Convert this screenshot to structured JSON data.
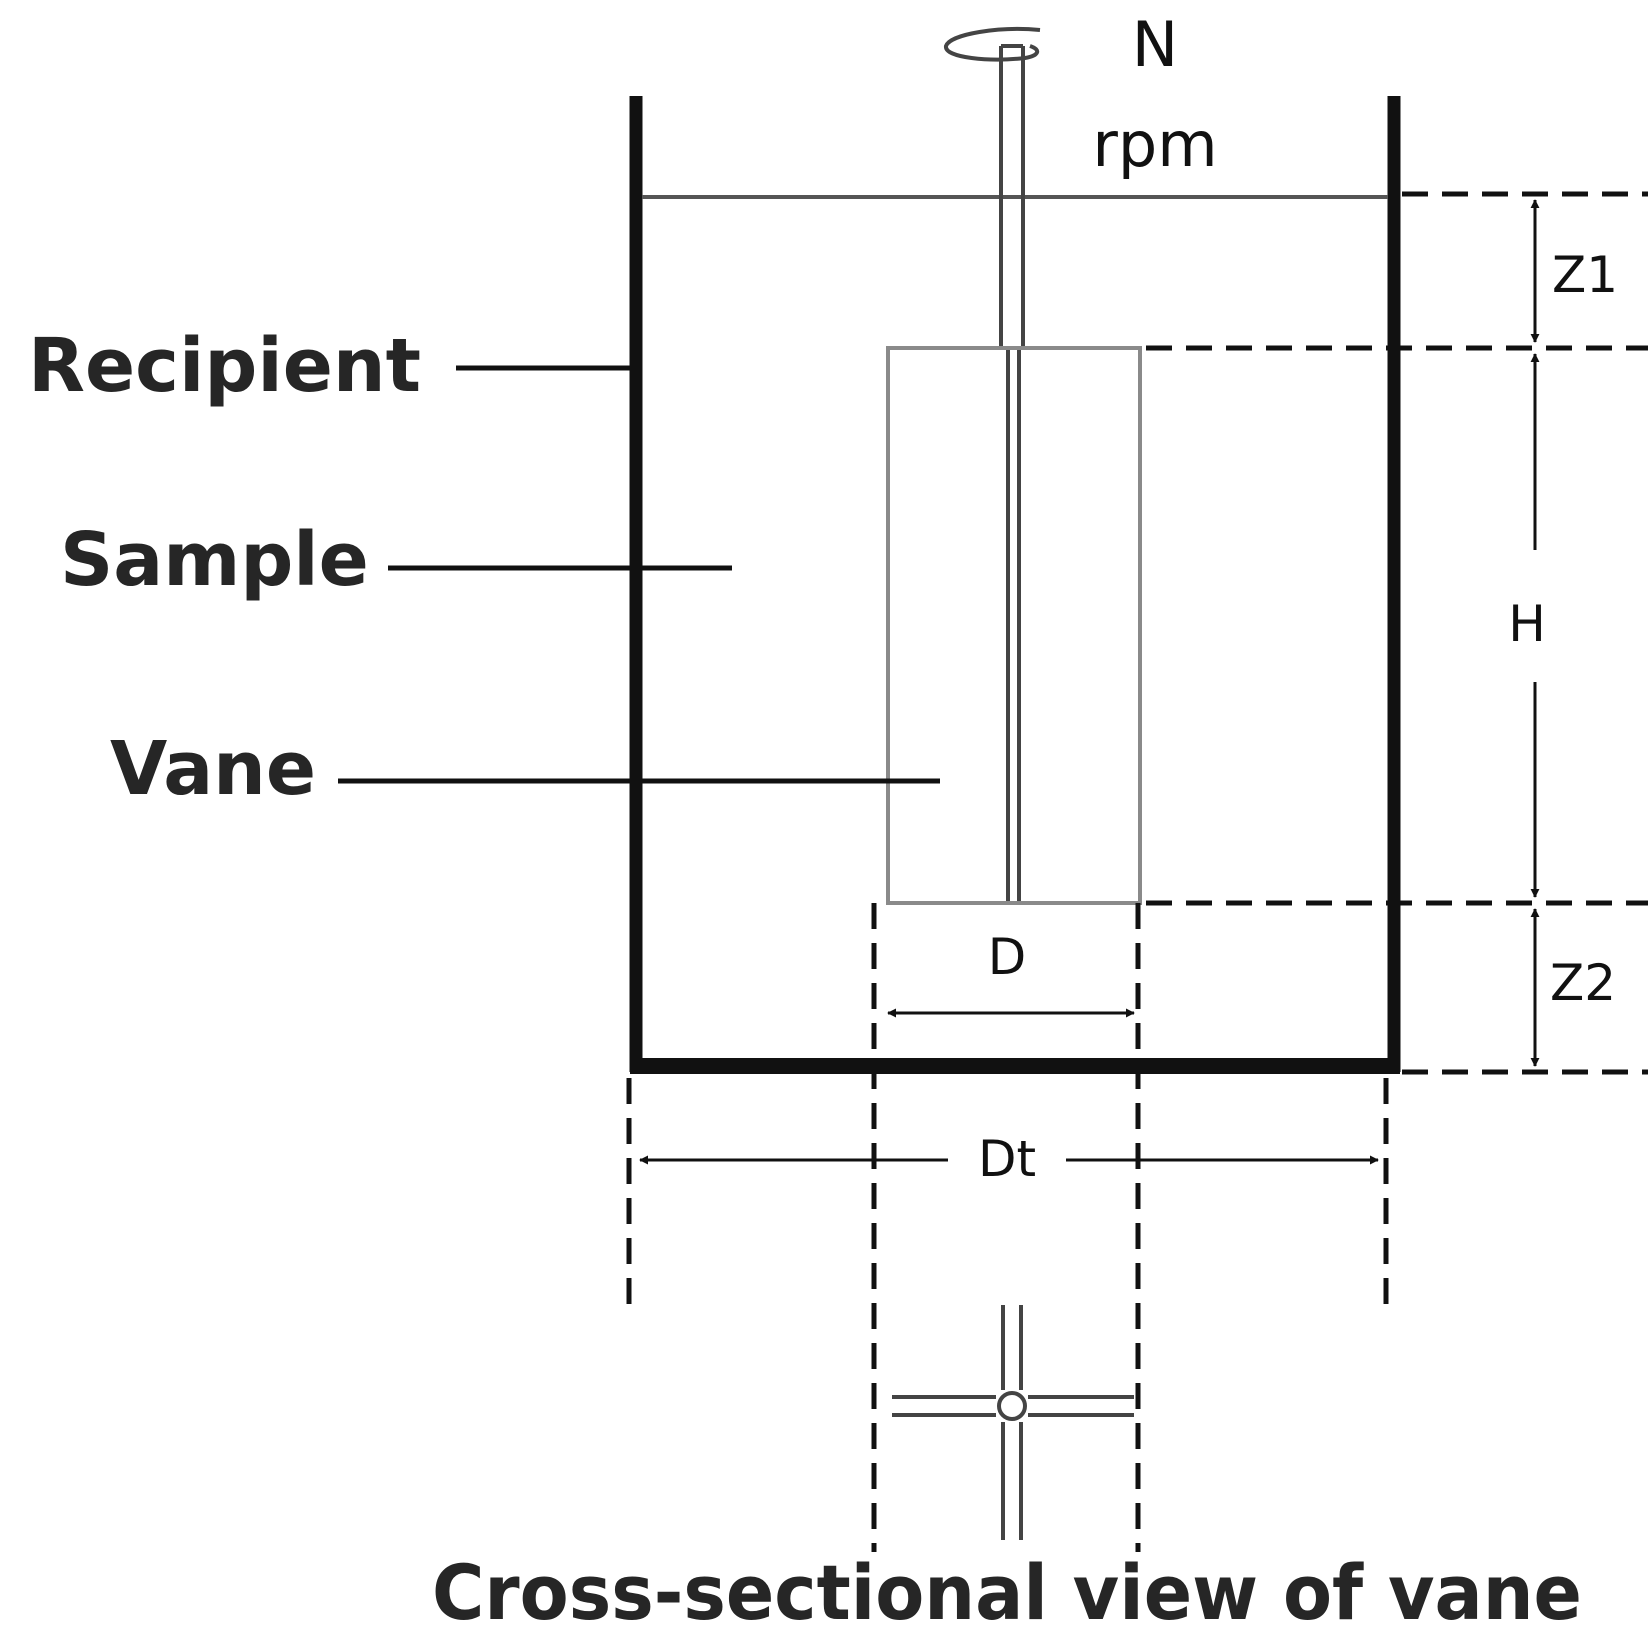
{
  "labels": {
    "rotation_speed": "N",
    "rotation_unit": "rpm",
    "recipient": "Recipient",
    "sample": "Sample",
    "vane": "Vane",
    "cross_section_caption": "Cross-sectional view of vane"
  },
  "dimensions": {
    "z1": "Z1",
    "h": "H",
    "z2": "Z2",
    "d": "D",
    "dt": "Dt"
  },
  "colors": {
    "ink": "#111111",
    "label_text": "#262626",
    "vane_outline": "#8a8a8a"
  }
}
